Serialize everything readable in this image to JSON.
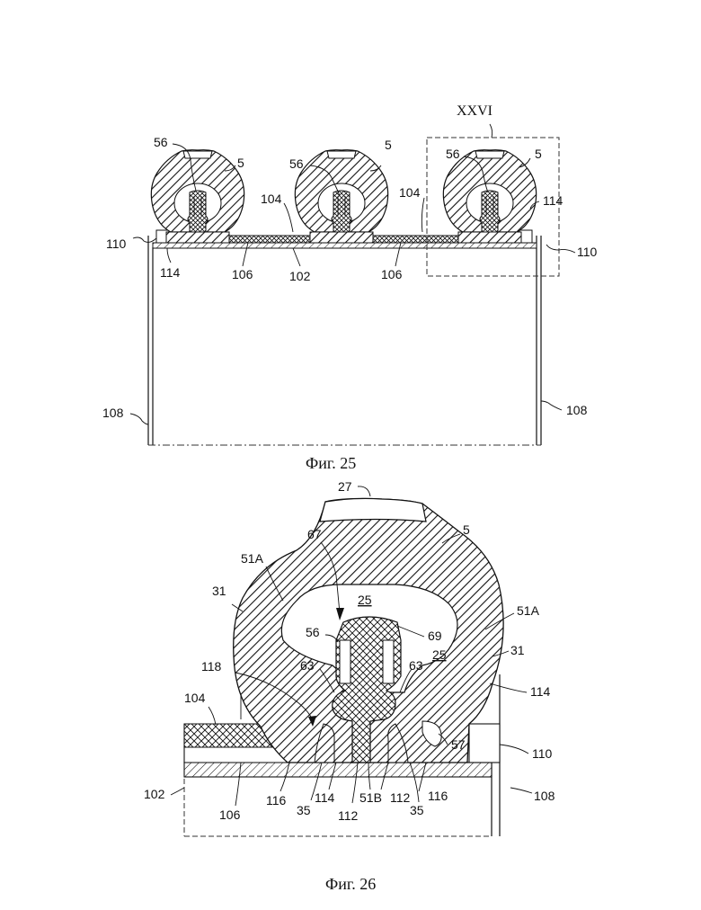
{
  "figures": [
    {
      "caption": "Фиг. 25",
      "detail_marker": "XXVI",
      "labels": {
        "l56a": "56",
        "l5a": "5",
        "l56b": "56",
        "l5b": "5",
        "l56c": "56",
        "l5c": "5",
        "l104a": "104",
        "l104b": "104",
        "l114r": "114",
        "l114l": "114",
        "l110l": "110",
        "l110r": "110",
        "l106a": "106",
        "l102": "102",
        "l106b": "106",
        "l108l": "108",
        "l108r": "108"
      }
    },
    {
      "caption": "Фиг. 26",
      "labels": {
        "l27": "27",
        "l67": "67",
        "l5": "5",
        "l51A_l": "51A",
        "l25t": "25",
        "l31l": "31",
        "l51A_r": "51A",
        "l56": "56",
        "l69": "69",
        "l25r": "25",
        "l31r": "31",
        "l118": "118",
        "l63l": "63",
        "l63r": "63",
        "l114r": "114",
        "l104": "104",
        "l57": "57",
        "l110": "110",
        "l102": "102",
        "l106": "106",
        "l116l": "116",
        "l35l": "35",
        "l114b": "114",
        "l112l": "112",
        "l51B": "51B",
        "l112r": "112",
        "l116r": "116",
        "l35r": "35",
        "l108": "108"
      }
    }
  ],
  "colors": {
    "ink": "#111111",
    "paper": "#ffffff"
  }
}
